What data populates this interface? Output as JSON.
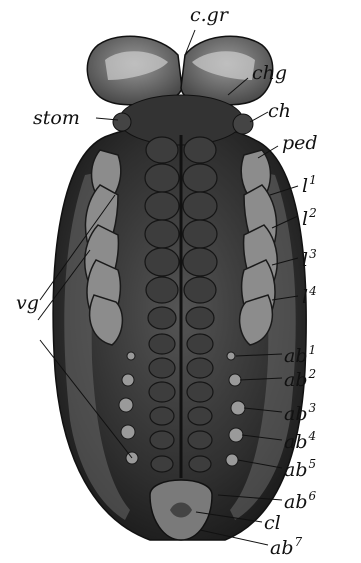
{
  "colors": {
    "background": "#ffffff",
    "ink": "#111111",
    "body_dark": "#2b2b2b",
    "segment": "#3d3d3d",
    "limb": "#8c8c8c"
  },
  "labels": {
    "c_gr": "c.gr",
    "chg": "chg",
    "stom": "stom",
    "ch": "ch",
    "ped": "ped",
    "l1": {
      "base": "l",
      "sup": "1"
    },
    "l2": {
      "base": "l",
      "sup": "2"
    },
    "l3": {
      "base": "l",
      "sup": "3"
    },
    "l4": {
      "base": "l",
      "sup": "4"
    },
    "vg": "vg",
    "ab1": {
      "base": "ab",
      "sup": "1"
    },
    "ab2": {
      "base": "ab",
      "sup": "2"
    },
    "ab3": {
      "base": "ab",
      "sup": "3"
    },
    "ab4": {
      "base": "ab",
      "sup": "4"
    },
    "ab5": {
      "base": "ab",
      "sup": "5"
    },
    "ab6": {
      "base": "ab",
      "sup": "6"
    },
    "cl": "cl",
    "ab7": {
      "base": "ab",
      "sup": "7"
    }
  }
}
